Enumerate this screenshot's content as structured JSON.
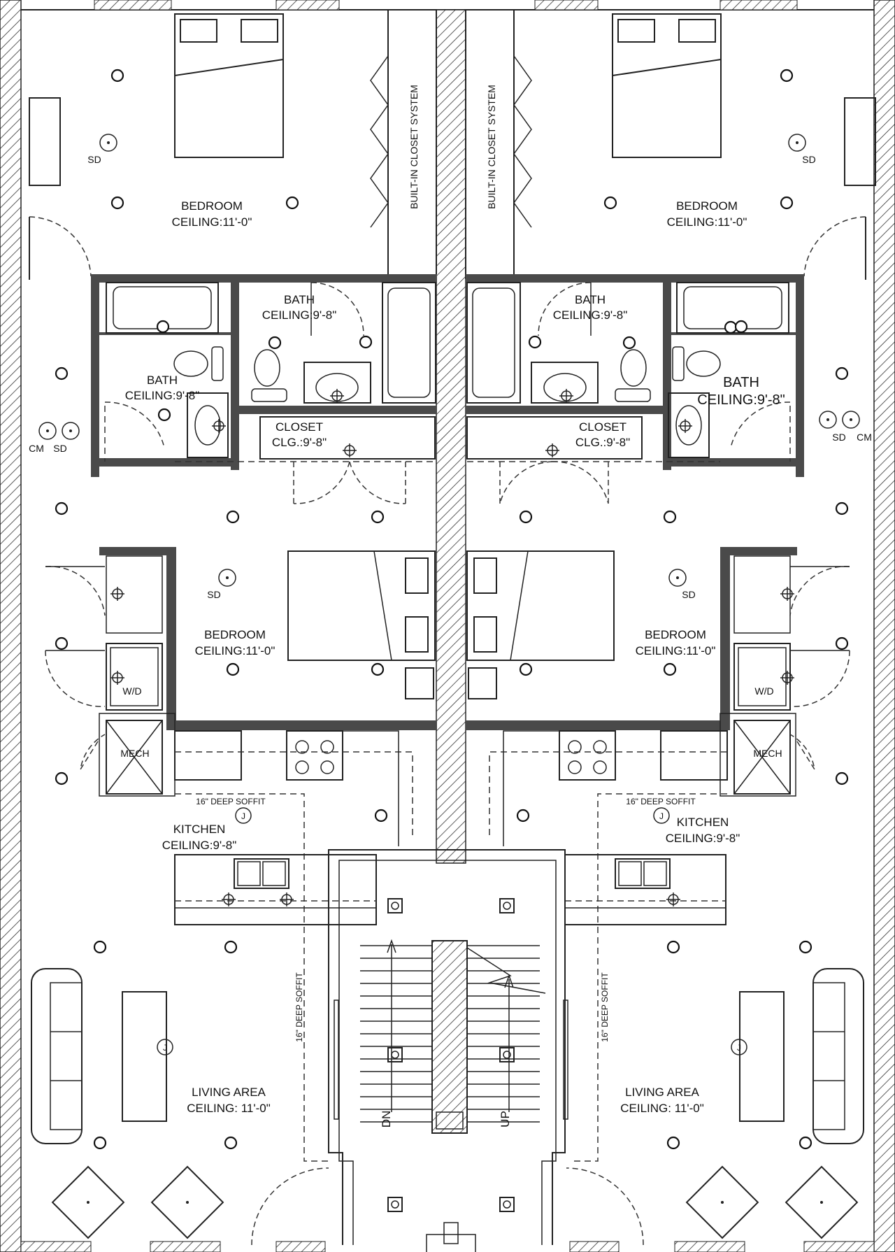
{
  "rooms": {
    "bedroom_top_left": {
      "name": "BEDROOM",
      "ceiling": "CEILING:11'-0\""
    },
    "bedroom_top_right": {
      "name": "BEDROOM",
      "ceiling": "CEILING:11'-0\""
    },
    "bedroom_mid_left": {
      "name": "BEDROOM",
      "ceiling": "CEILING:11'-0\""
    },
    "bedroom_mid_right": {
      "name": "BEDROOM",
      "ceiling": "CEILING:11'-0\""
    },
    "bath_center_left": {
      "name": "BATH",
      "ceiling": "CEILING:9'-8\""
    },
    "bath_center_right": {
      "name": "BATH",
      "ceiling": "CEILING:9'-8\""
    },
    "bath_side_left": {
      "name": "BATH",
      "ceiling": "CEILING:9'-8\""
    },
    "bath_side_right": {
      "name": "BATH",
      "ceiling": "CEILING:9'-8\""
    },
    "closet_left": {
      "name": "CLOSET",
      "ceiling": "CLG.:9'-8\""
    },
    "closet_right": {
      "name": "CLOSET",
      "ceiling": "CLG.:9'-8\""
    },
    "kitchen_left": {
      "name": "KITCHEN",
      "ceiling": "CEILING:9'-8\""
    },
    "kitchen_right": {
      "name": "KITCHEN",
      "ceiling": "CEILING:9'-8\""
    },
    "living_left": {
      "name": "LIVING AREA",
      "ceiling": "CEILING: 11'-0\""
    },
    "living_right": {
      "name": "LIVING AREA",
      "ceiling": "CEILING: 11'-0\""
    }
  },
  "labels": {
    "built_in_closet": "BUILT-IN CLOSET SYSTEM",
    "smoke_detector": "SD",
    "co_monitor": "CM",
    "washer_dryer": "W/D",
    "mechanical": "MECH",
    "soffit": "16\" DEEP SOFFIT",
    "junction": "J",
    "stair_down": "DN",
    "stair_up": "UP"
  },
  "colors": {
    "wall": "#4a4a4a",
    "line": "#222222",
    "background": "#ffffff"
  }
}
